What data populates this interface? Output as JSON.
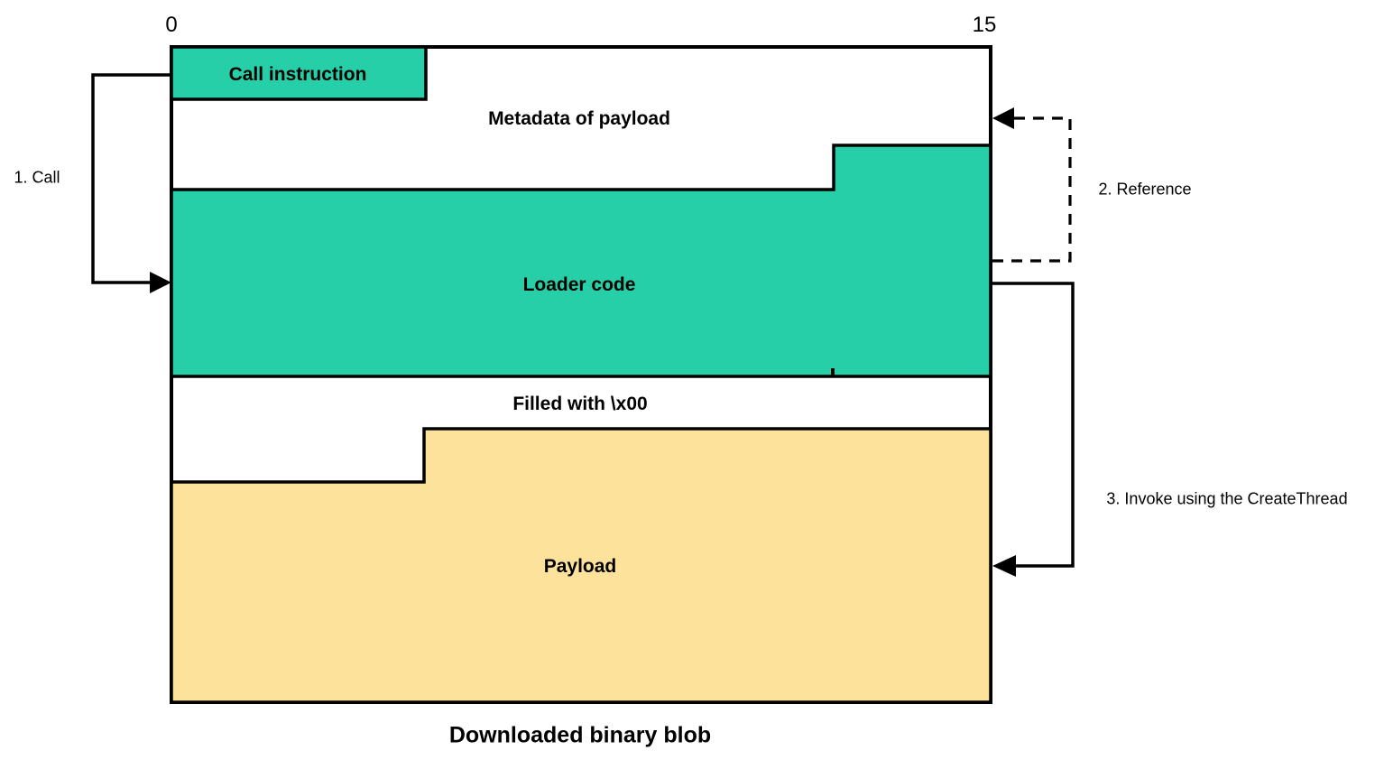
{
  "colors": {
    "teal": "#26CFA7",
    "yellow": "#FCE29B",
    "background": "#ffffff",
    "line": "#000000"
  },
  "axis": {
    "left_tick": "0",
    "right_tick": "15"
  },
  "regions": {
    "call_instruction": "Call instruction",
    "metadata": "Metadata of payload",
    "loader": "Loader code",
    "filler": "Filled with \\x00",
    "payload": "Payload"
  },
  "caption": "Downloaded binary blob",
  "steps": [
    {
      "label": "1. Call"
    },
    {
      "label": "2. Reference"
    },
    {
      "label": "3. Invoke using the CreateThread"
    }
  ]
}
